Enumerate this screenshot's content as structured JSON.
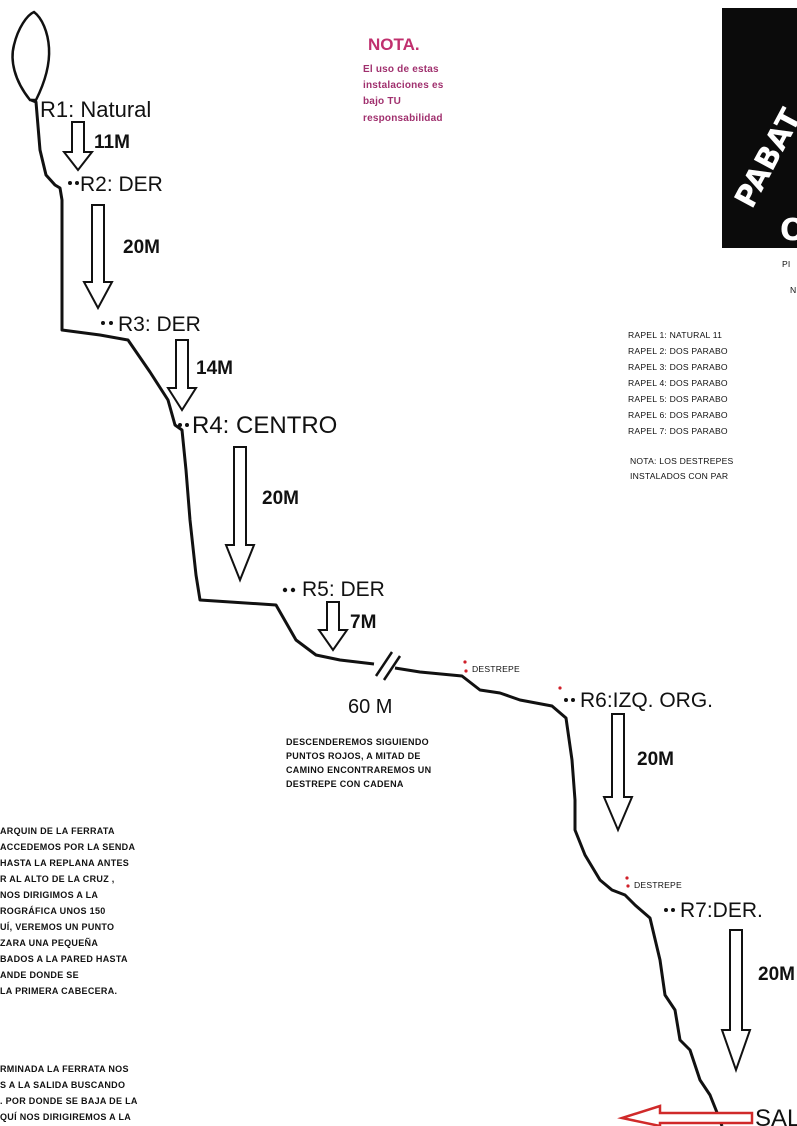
{
  "nota": {
    "title": "NOTA.",
    "lines": [
      "El uso de estas",
      "instalaciones es",
      "bajo TU",
      "responsabilidad"
    ]
  },
  "stations": [
    {
      "id": "R1",
      "label": "R1: Natural"
    },
    {
      "id": "R2",
      "label": "R2: DER"
    },
    {
      "id": "R3",
      "label": "R3: DER"
    },
    {
      "id": "R4",
      "label": "R4: CENTRO"
    },
    {
      "id": "R5",
      "label": "R5: DER"
    },
    {
      "id": "R6",
      "label": "R6:IZQ. ORG."
    },
    {
      "id": "R7",
      "label": "R7:DER."
    }
  ],
  "distances": [
    "11M",
    "20M",
    "14M",
    "20M",
    "7M",
    "60 M",
    "20M",
    "20M"
  ],
  "destrepe_label": "DESTREPE",
  "descent_note": [
    "DESCENDEREMOS SIGUIENDO",
    "PUNTOS ROJOS, A MITAD DE",
    "CAMINO ENCONTRAREMOS UN",
    "DESTREPE CON CADENA"
  ],
  "rapel_list": [
    "RAPEL 1: NATURAL 11",
    "RAPEL 2: DOS PARABO",
    "RAPEL 3: DOS PARABO",
    "RAPEL 4: DOS PARABO",
    "RAPEL 5: DOS PARABO",
    "RAPEL 6: DOS PARABO",
    "RAPEL 7: DOS PARABO"
  ],
  "rapel_note": [
    "NOTA: LOS DESTREPES",
    "INSTALADOS CON PAR"
  ],
  "logo_text": "PABAT",
  "logo_sub": "O",
  "under_logo": [
    "PI",
    "N"
  ],
  "access_text": [
    "ARQUIN DE LA FERRATA",
    "ACCEDEMOS POR LA SENDA",
    "HASTA LA REPLANA  ANTES",
    "R AL  ALTO  DE LA CRUZ ,",
    "NOS DIRIGIMOS A LA",
    "ROGRÁFICA UNOS 150",
    "UÍ, VEREMOS UN PUNTO",
    "ZARA UNA PEQUEÑA",
    "BADOS A LA PARED  HASTA",
    "ANDE DONDE SE",
    " LA PRIMERA CABECERA."
  ],
  "exit_text": [
    "RMINADA LA FERRATA NOS",
    "S A LA SALIDA BUSCANDO",
    ". POR DONDE SE BAJA DE LA",
    "QUÍ NOS DIRIGIREMOS A LA"
  ],
  "salida_label": "SAL",
  "colors": {
    "line": "#111111",
    "red_dot": "#d0202a",
    "nota": "#c0306e",
    "logo_bg": "#0b0b0b",
    "exit_arrow": "#d02a2a"
  }
}
